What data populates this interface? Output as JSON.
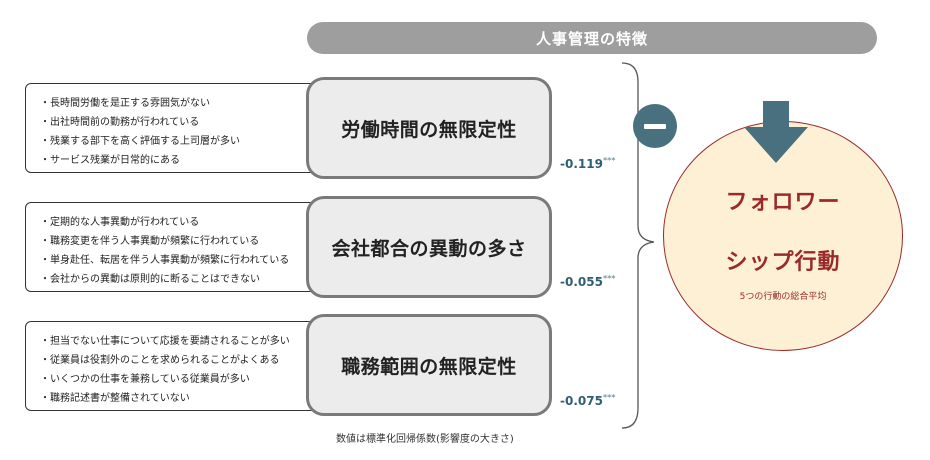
{
  "header": {
    "title": "人事管理の特徴"
  },
  "factors": [
    {
      "label": "労働時間の無限定性",
      "coefficient": "-0.119",
      "significance": "***",
      "items": [
        "・長時間労働を是正する雰囲気がない",
        "・出社時間前の勤務が行われている",
        "・残業する部下を高く評価する上司層が多い",
        "・サービス残業が日常的にある"
      ]
    },
    {
      "label": "会社都合の異動の多さ",
      "coefficient": "-0.055",
      "significance": "***",
      "items": [
        "・定期的な人事異動が行われている",
        "・職務変更を伴う人事異動が頻繁に行われている",
        "・単身赴任、転居を伴う人事異動が頻繁に行われている",
        "・会社からの異動は原則的に断ることはできない"
      ]
    },
    {
      "label": "職務範囲の無限定性",
      "coefficient": "-0.075",
      "significance": "***",
      "items": [
        "・担当でない仕事について応援を要請されることが多い",
        "・従業員は役割外のことを求められることがよくある",
        "・いくつかの仕事を兼務している従業員が多い",
        "・職務記述書が整備されていない"
      ]
    }
  ],
  "note": "数値は標準化回帰係数(影響度の大きさ)",
  "outcome": {
    "title_line1": "フォロワー",
    "title_line2": "シップ行動",
    "subtitle": "5つの行動の総合平均"
  },
  "colors": {
    "accent": "#48707e",
    "outcome_text": "#9a2a2a",
    "outcome_fill": "#fdf0d4",
    "header_fill": "#9e9e9e",
    "factor_fill": "#ececec"
  },
  "icons": {
    "sign": "minus-icon",
    "effect": "arrow-down-icon"
  }
}
